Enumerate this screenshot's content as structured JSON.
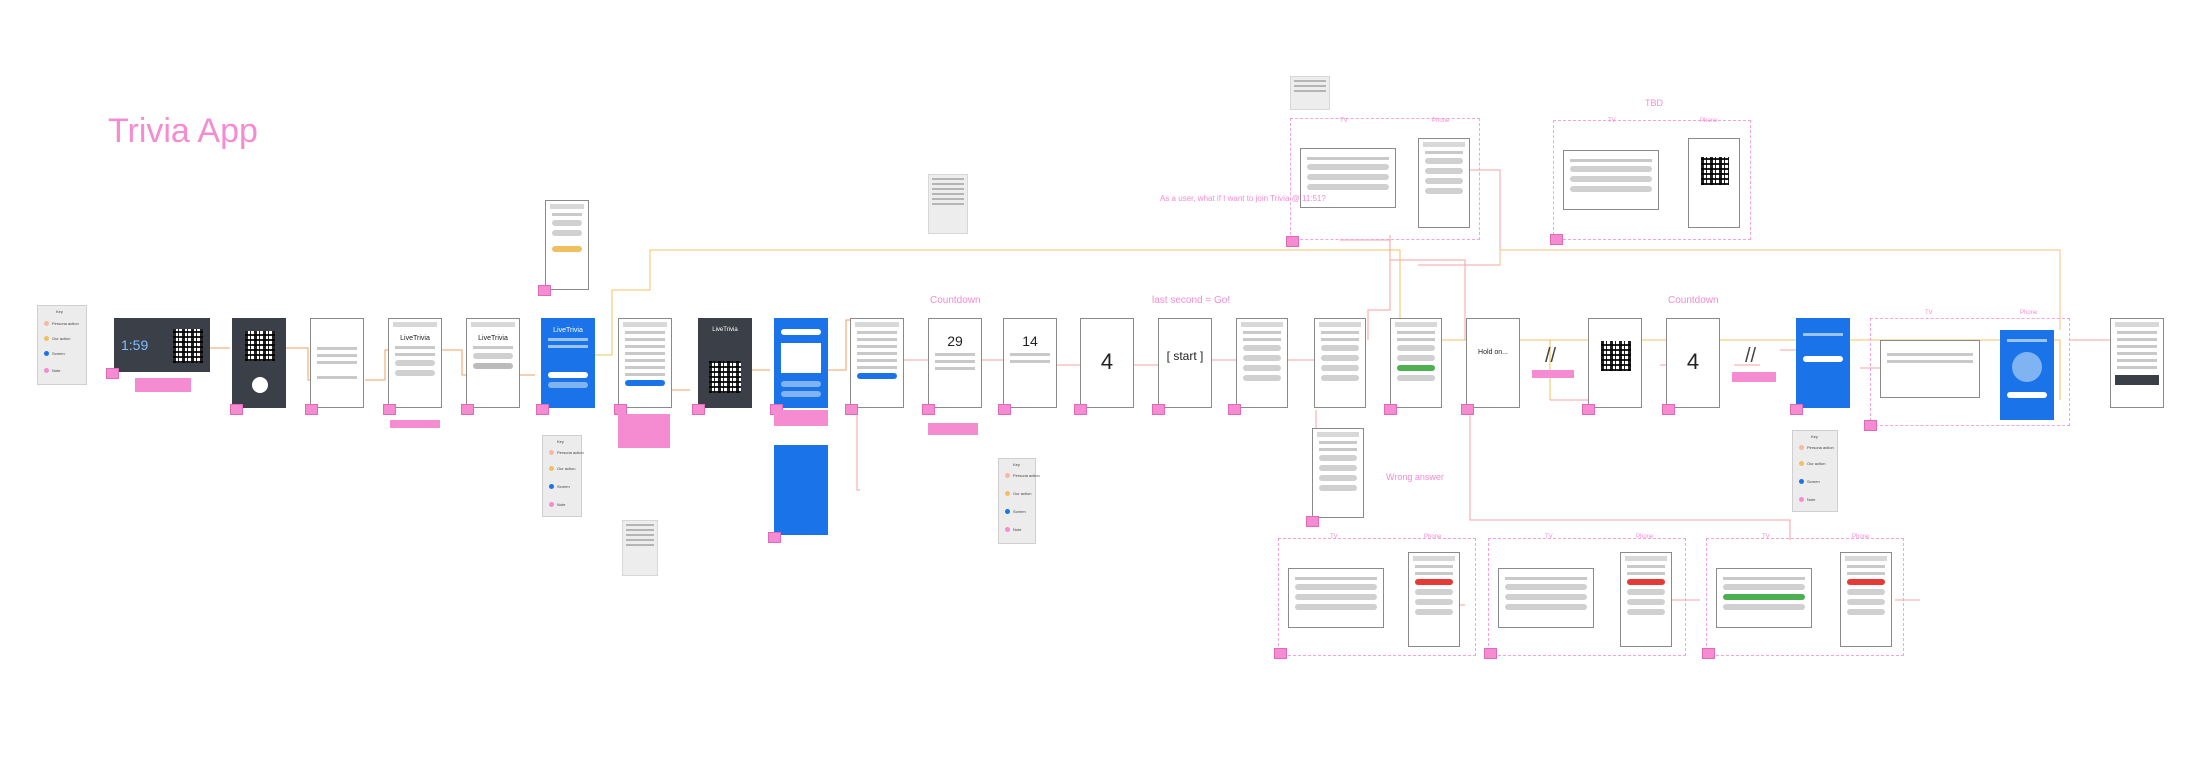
{
  "title": "Trivia App",
  "key_box": {
    "title": "Key",
    "entries": [
      "Persona action",
      "Our action",
      "Screen",
      "Note"
    ]
  },
  "stage_labels": {
    "countdown_1": "Countdown",
    "countdown_2": "Countdown",
    "last_second": "last second = Go!",
    "tbd": "TBD",
    "user_question": "As a user, what if I want to join Trivia @ 11:51?",
    "wrong_answer": "Wrong answer"
  },
  "device_labels": {
    "tv": "TV",
    "phone": "Phone"
  },
  "screens": {
    "timer": "1:59",
    "countdown_a": "29",
    "countdown_b": "14",
    "countdown_c": "4",
    "countdown_d": "4",
    "start": "[ start ]",
    "brand": "LiveTrivia",
    "hold_on": "Hold on..."
  }
}
